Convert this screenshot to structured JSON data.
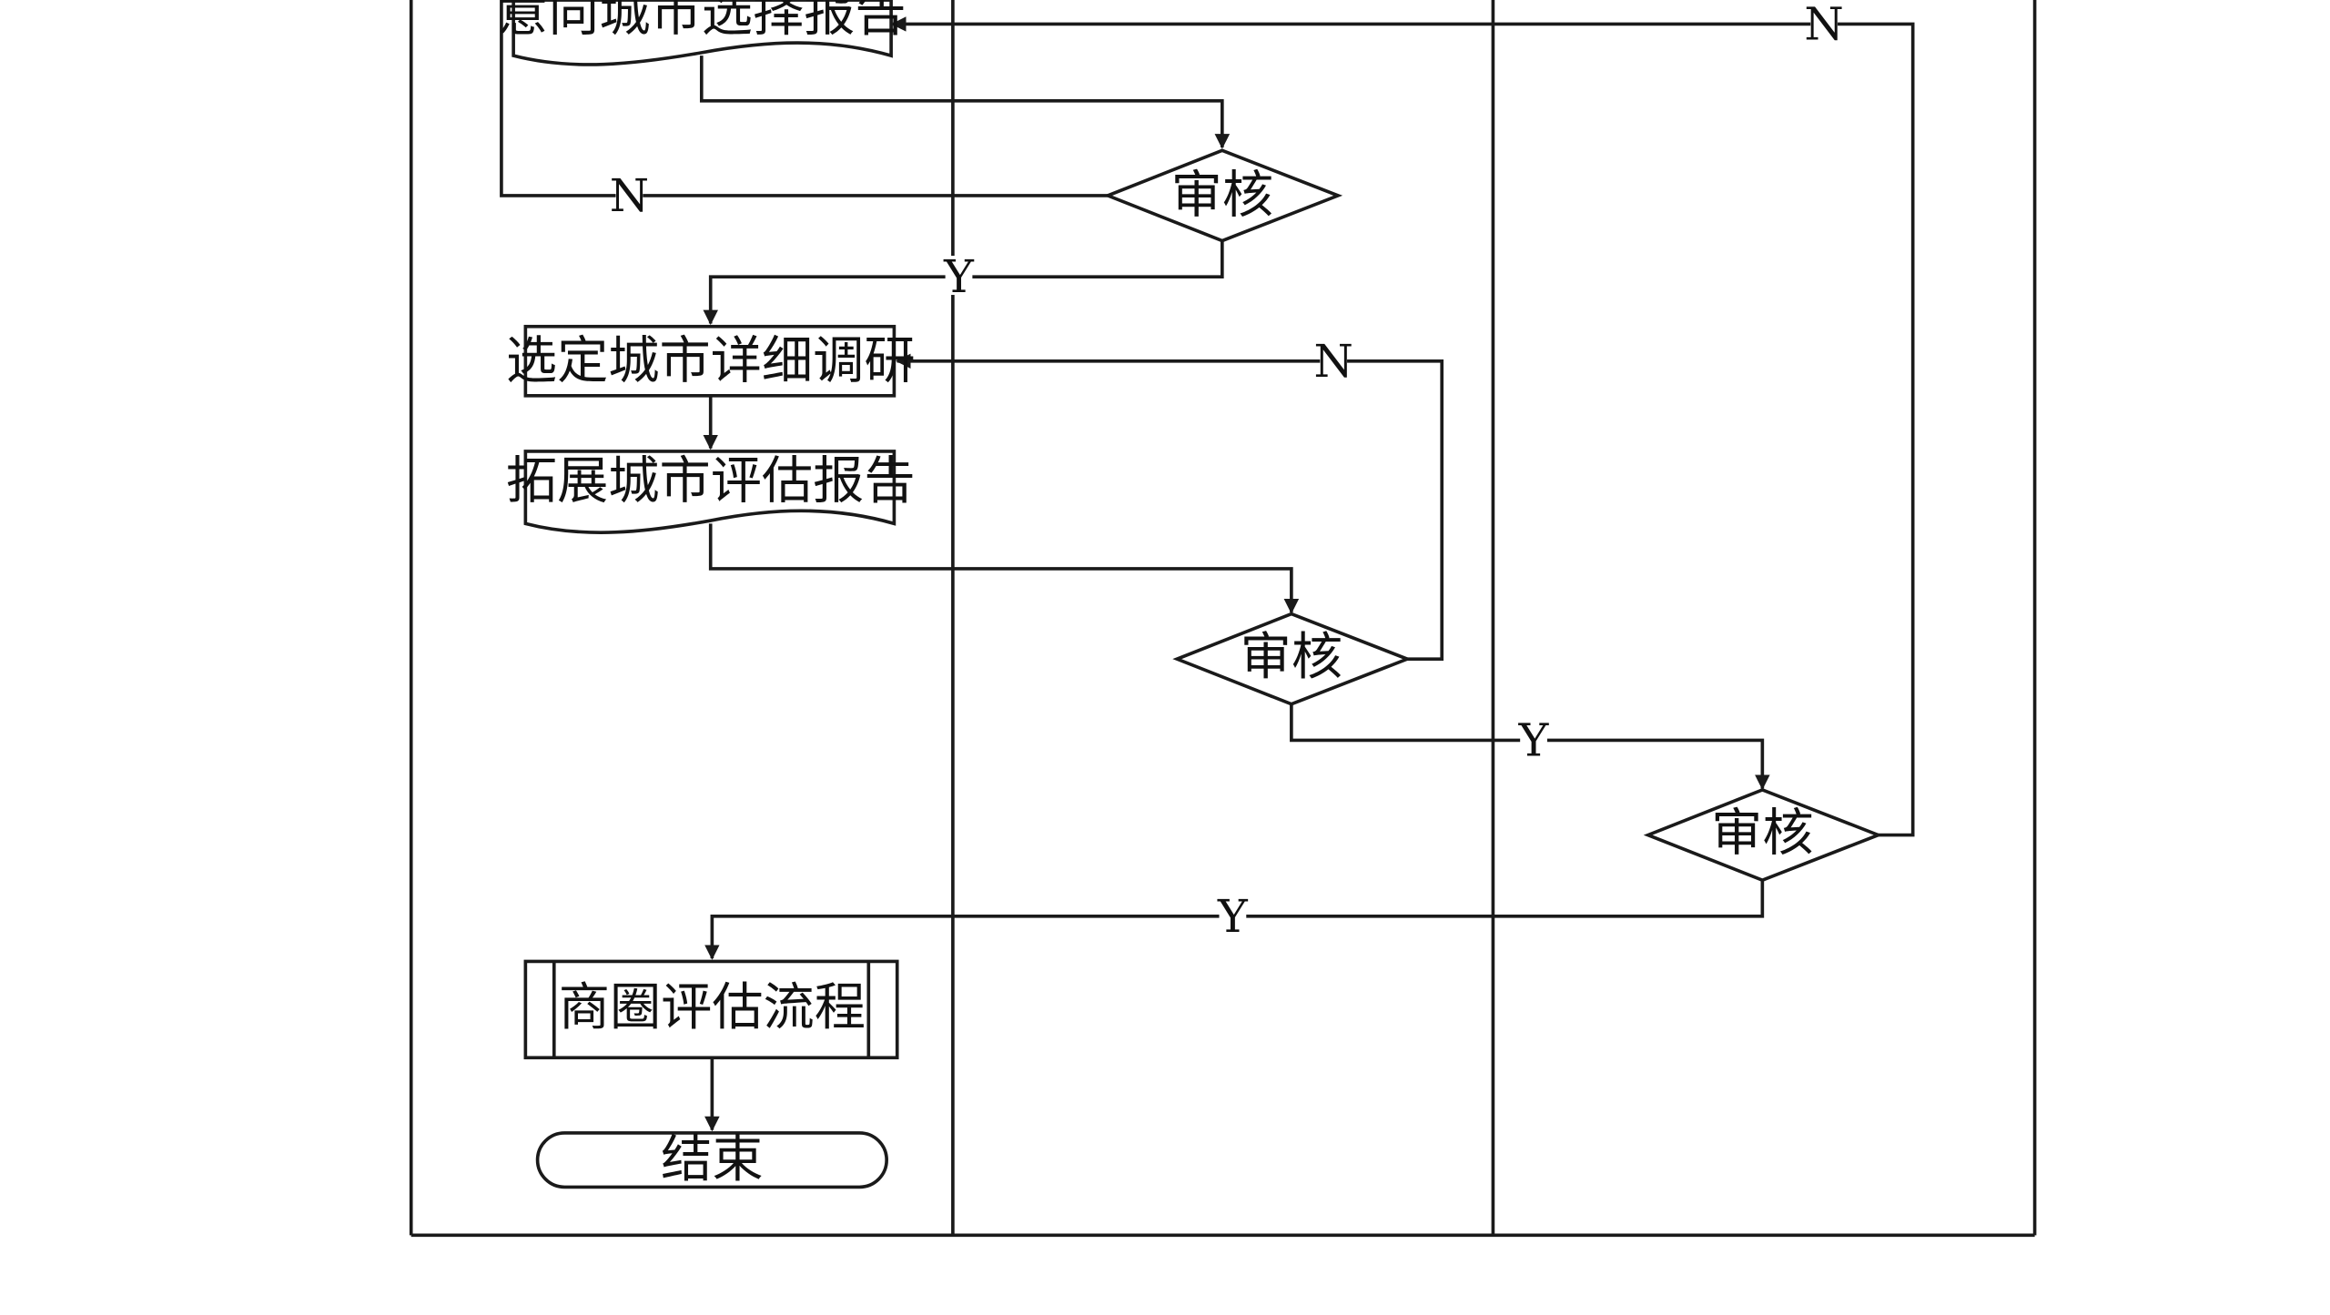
{
  "nodes": {
    "intent_city_report": "意向城市选择报告",
    "review_1": "审核",
    "detailed_research": "选定城市详细调研",
    "expansion_report": "拓展城市评估报告",
    "review_2": "审核",
    "review_3": "审核",
    "trade_area_process": "商圈评估流程",
    "end": "结束"
  },
  "edge_labels": {
    "review_1_no": "N",
    "review_1_yes": "Y",
    "review_2_no": "N",
    "review_2_yes": "Y",
    "review_3_no": "N",
    "review_3_yes": "Y"
  }
}
